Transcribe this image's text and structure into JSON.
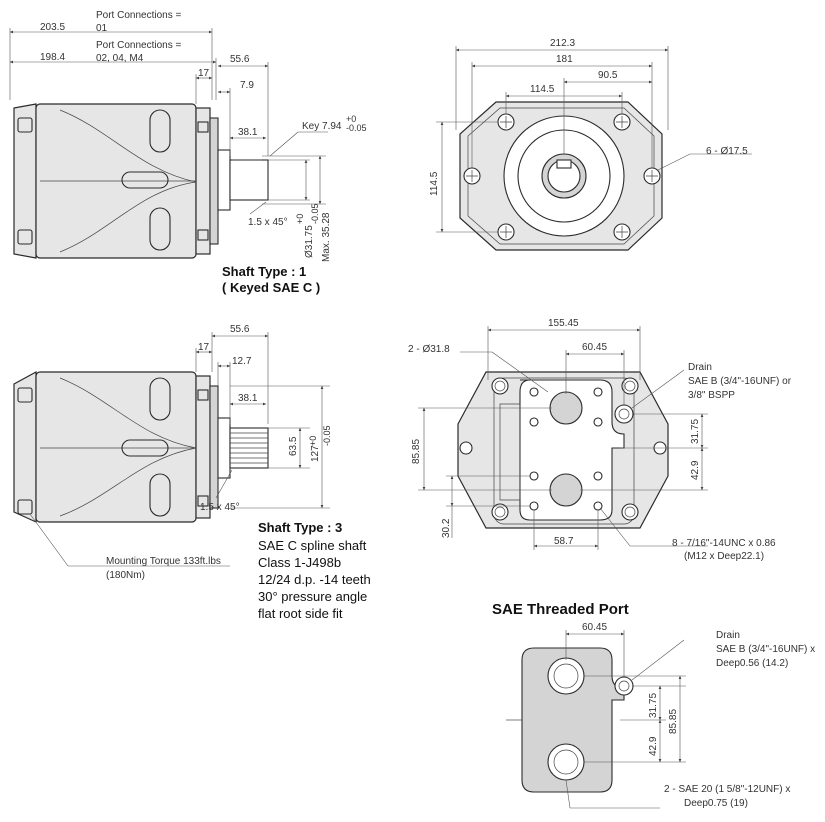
{
  "top_side_view": {
    "port_conn_01_label": "Port Connections =",
    "port_conn_01_value": "01",
    "port_conn_02_label": "Port Connections =",
    "port_conn_02_value": "02, 04, M4",
    "dim_203_5": "203.5",
    "dim_198_4": "198.4",
    "dim_55_6": "55.6",
    "dim_17": "17",
    "dim_7_9": "7.9",
    "dim_38_1": "38.1",
    "key_label": "Key 7.94",
    "key_tol_plus": "+0",
    "key_tol_minus": "-0.05",
    "chamfer": "1.5 x 45°",
    "dia_31_75": "Ø31.75",
    "dia_tol_plus": "+0",
    "dia_tol_minus": "-0.05",
    "max_35_28": "Max. 35.28"
  },
  "shaft_type_1": {
    "title": "Shaft Type : 1",
    "subtitle": "( Keyed SAE C )"
  },
  "top_front_view": {
    "dim_212_3": "212.3",
    "dim_181": "181",
    "dim_90_5": "90.5",
    "dim_114_5_h": "114.5",
    "dim_114_5_v": "114.5",
    "holes_label": "6 - Ø17.5"
  },
  "mid_side_view": {
    "dim_55_6": "55.6",
    "dim_17": "17",
    "dim_12_7": "12.7",
    "dim_38_1": "38.1",
    "dim_63_5": "63.5",
    "dim_127": "127",
    "tol_plus": "+0",
    "tol_minus": "-0.05",
    "chamfer": "1.5 x 45°",
    "mounting_torque_1": "Mounting Torque 133ft.lbs",
    "mounting_torque_2": "(180Nm)"
  },
  "shaft_type_3": {
    "title": "Shaft Type : 3",
    "lines": [
      "SAE C spline shaft",
      "Class 1-J498b",
      "12/24 d.p. -14 teeth",
      "30° pressure angle",
      "flat root side fit"
    ]
  },
  "mid_front_view": {
    "dim_155_45": "155.45",
    "dim_60_45": "60.45",
    "ports_label": "2 - Ø31.8",
    "drain_title": "Drain",
    "drain_line1": "SAE B (3/4\"-16UNF) or",
    "drain_line2": "3/8\" BSPP",
    "dim_85_85": "85.85",
    "dim_31_75": "31.75",
    "dim_42_9": "42.9",
    "dim_30_2": "30.2",
    "dim_58_7": "58.7",
    "bolts_line1": "8 - 7/16\"-14UNC x 0.86",
    "bolts_line2": "(M12 x Deep22.1)"
  },
  "sae_threaded_port": {
    "title": "SAE Threaded Port",
    "dim_60_45": "60.45",
    "drain_title": "Drain",
    "drain_line1": "SAE B (3/4\"-16UNF) x",
    "drain_line2": "Deep0.56 (14.2)",
    "dim_31_75": "31.75",
    "dim_85_85": "85.85",
    "dim_42_9": "42.9",
    "ports_line1": "2 - SAE 20 (1 5/8\"-12UNF) x",
    "ports_line2": "Deep0.75 (19)"
  },
  "colors": {
    "body": "#e6e6e6",
    "line": "#2b2b2b"
  }
}
